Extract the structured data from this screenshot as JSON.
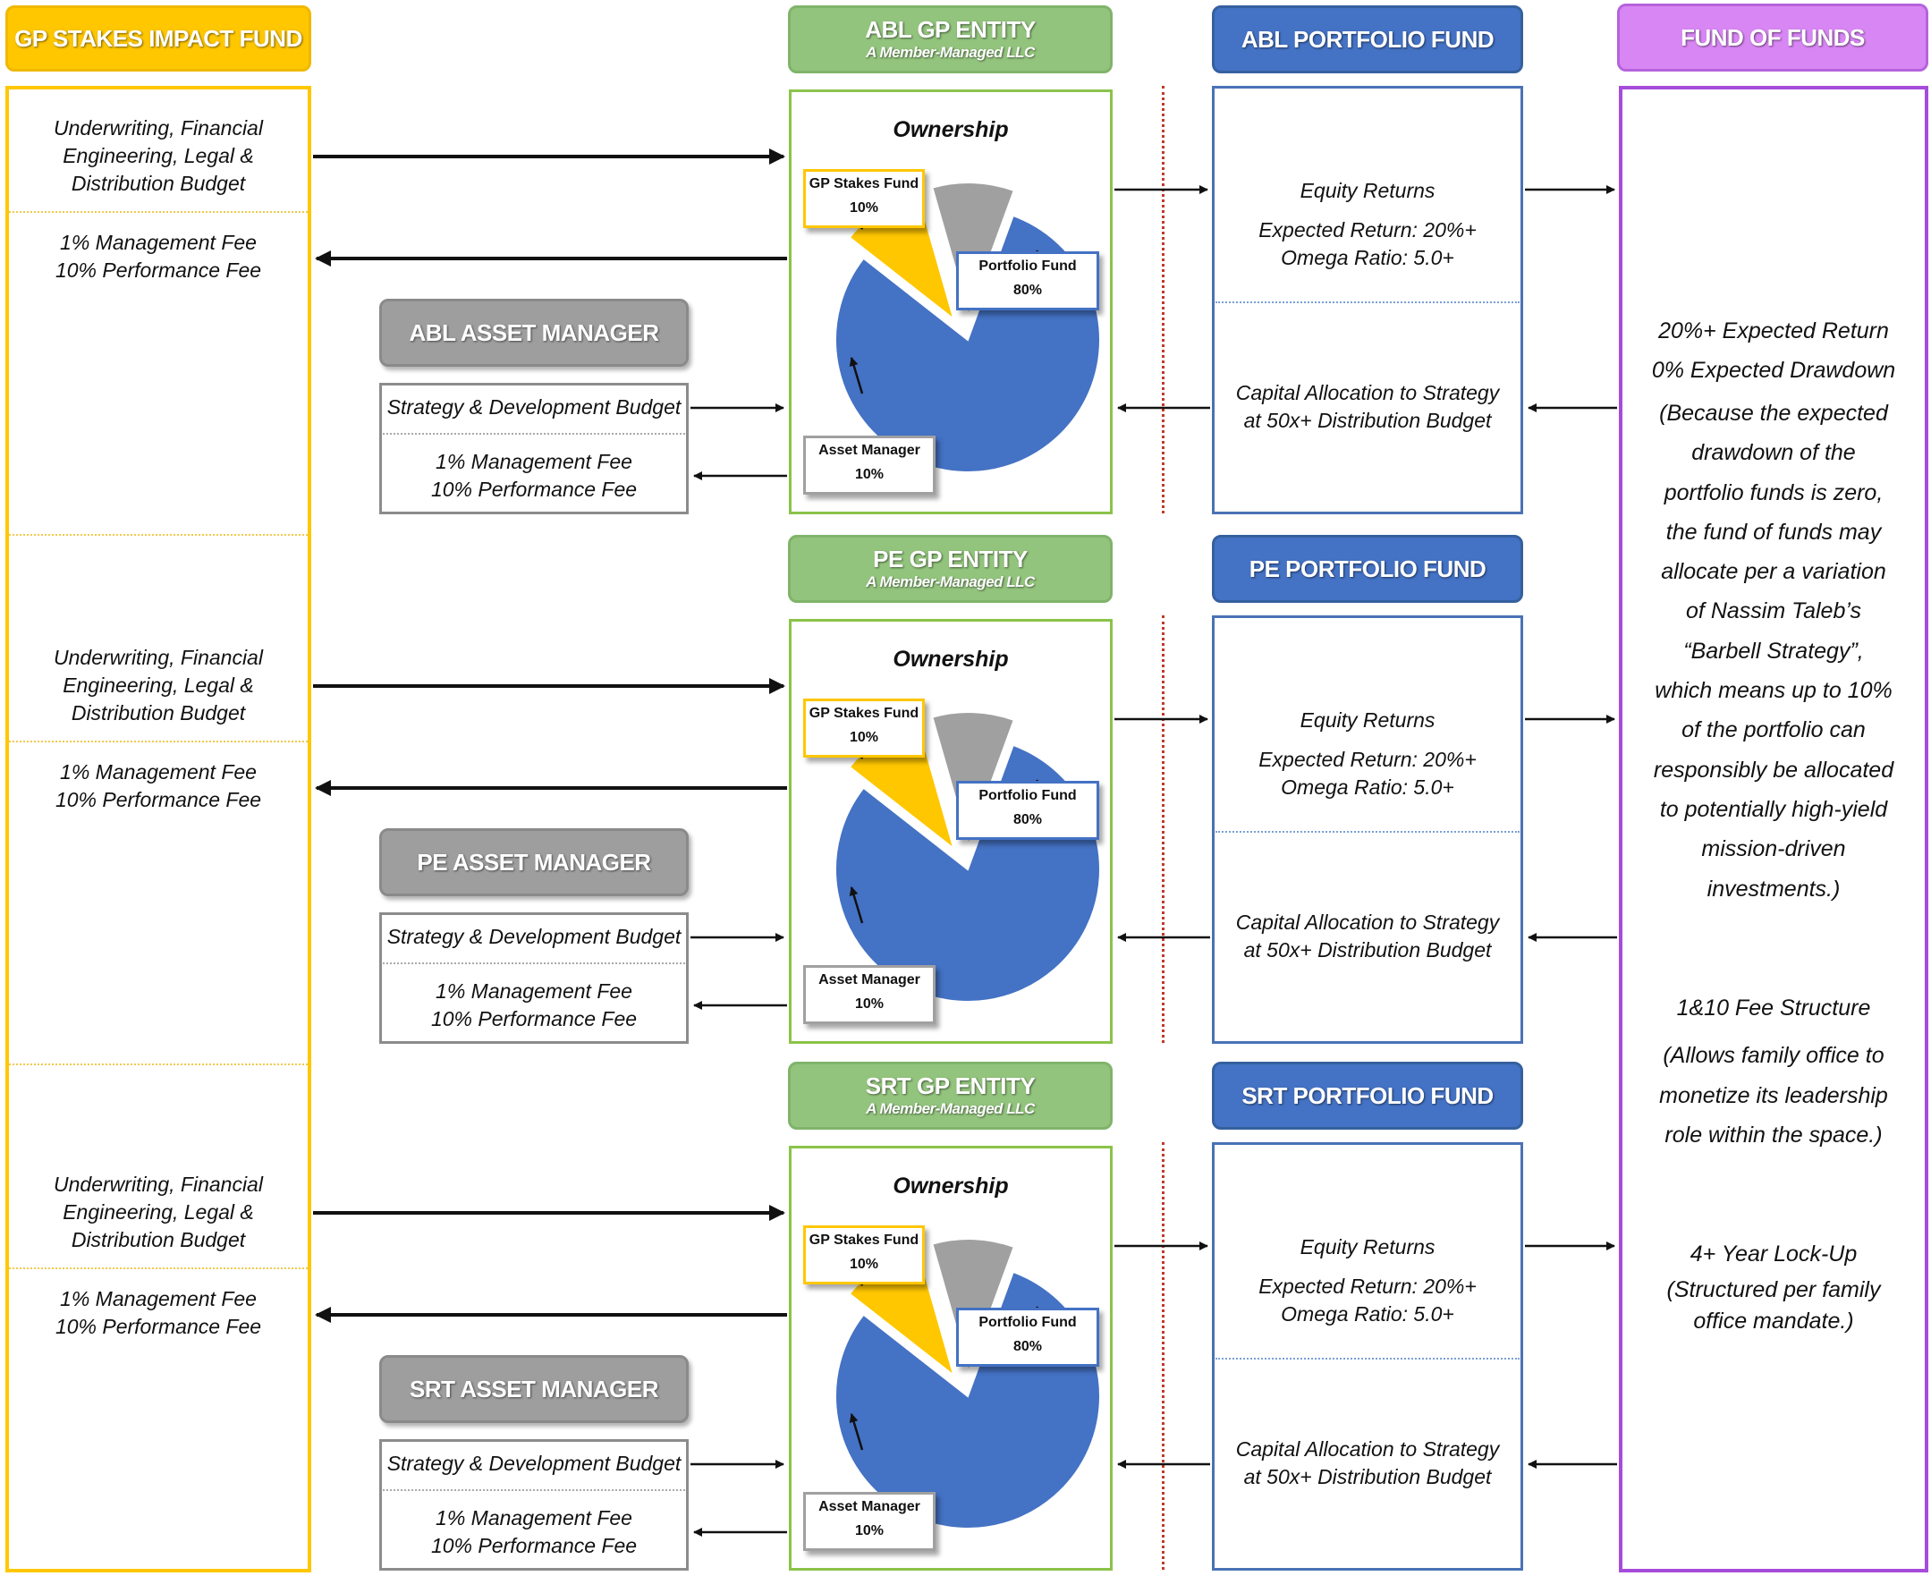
{
  "headers": {
    "gp_stakes": "GP STAKES IMPACT FUND",
    "fund_of_funds": "FUND OF FUNDS"
  },
  "rows": [
    {
      "gp_entity": "ABL GP ENTITY",
      "gp_entity_sub": "A Member-Managed LLC",
      "portfolio_fund": "ABL PORTFOLIO FUND",
      "asset_manager": "ABL ASSET MANAGER"
    },
    {
      "gp_entity": "PE GP ENTITY",
      "gp_entity_sub": "A Member-Managed LLC",
      "portfolio_fund": "PE PORTFOLIO FUND",
      "asset_manager": "PE ASSET MANAGER"
    },
    {
      "gp_entity": "SRT GP ENTITY",
      "gp_entity_sub": "A Member-Managed LLC",
      "portfolio_fund": "SRT PORTFOLIO FUND",
      "asset_manager": "SRT ASSET MANAGER"
    }
  ],
  "gp_stakes_text": {
    "budget": [
      "Underwriting, Financial",
      "Engineering, Legal &",
      "Distribution Budget"
    ],
    "fees": [
      "1% Management Fee",
      "10% Performance Fee"
    ]
  },
  "asset_manager_text": {
    "budget": "Strategy & Development Budget",
    "fees": [
      "1% Management Fee",
      "10% Performance Fee"
    ]
  },
  "ownership": {
    "title": "Ownership",
    "slices": [
      {
        "label": "Portfolio Fund",
        "pct": "80%",
        "value": 80,
        "color": "#4472c4"
      },
      {
        "label": "GP Stakes Fund",
        "pct": "10%",
        "value": 10,
        "color": "#ffc700"
      },
      {
        "label": "Asset Manager",
        "pct": "10%",
        "value": 10,
        "color": "#a0a0a0"
      }
    ]
  },
  "portfolio_fund_text": {
    "returns_title": "Equity Returns",
    "returns": [
      "Expected Return: 20%+",
      "Omega Ratio: 5.0+"
    ],
    "allocation": [
      "Capital Allocation to Strategy",
      "at 50x+ Distribution Budget"
    ]
  },
  "fund_of_funds_text": {
    "block1": [
      "20%+ Expected Return",
      "0% Expected Drawdown"
    ],
    "block1_note": [
      "(Because the expected",
      "drawdown of the",
      "portfolio funds is zero,",
      "the fund of funds may",
      "allocate per a variation",
      "of Nassim Taleb’s",
      "“Barbell Strategy”,",
      "which means up to 10%",
      "of the portfolio can",
      "responsibly be allocated",
      "to potentially high-yield",
      "mission-driven",
      "investments.)"
    ],
    "block2": "1&10 Fee Structure",
    "block2_note": [
      "(Allows family office to",
      "monetize its leadership",
      "role within the space.)"
    ],
    "block3": "4+ Year Lock-Up",
    "block3_note": [
      "(Structured per family",
      "office mandate.)"
    ]
  },
  "colors": {
    "yellow": "#ffc700",
    "green": "#93c47d",
    "blue": "#4472c4",
    "purple": "#d986f5",
    "gray": "#9e9e9e",
    "red_dotted": "#c0392b"
  }
}
